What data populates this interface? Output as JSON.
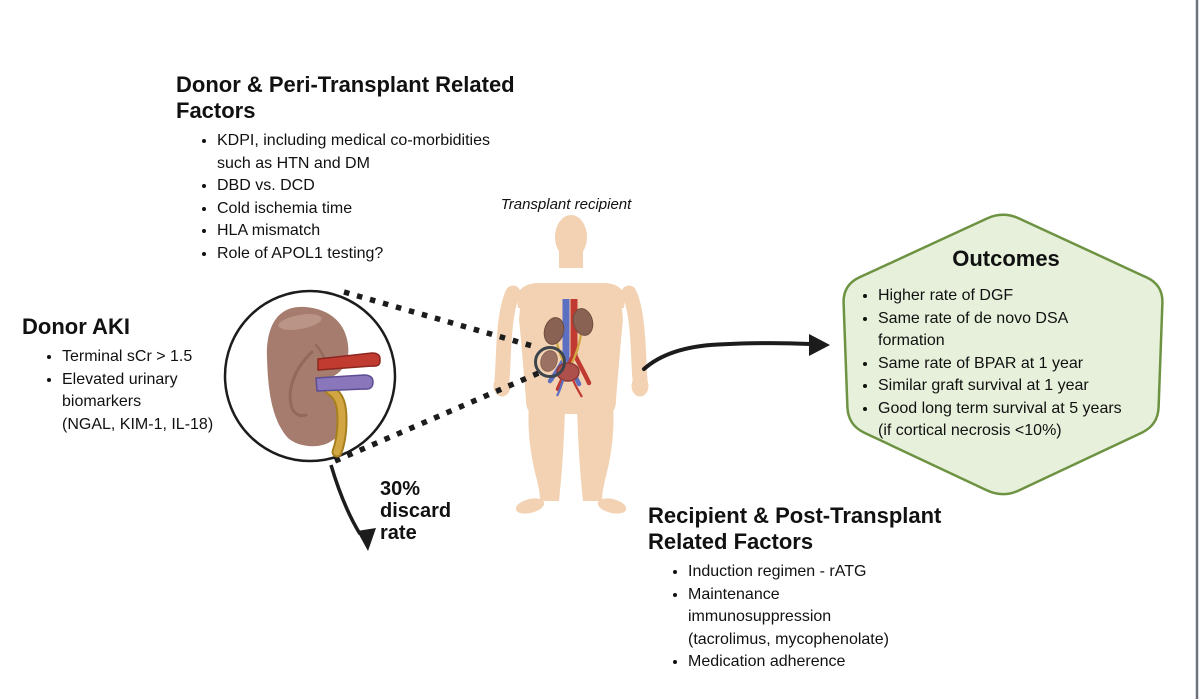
{
  "colors": {
    "text": "#111111",
    "line": "#1c1c1c",
    "hex_fill": "#e7f0da",
    "hex_border": "#6d9342",
    "frame_gray": "#6b727a",
    "skin": "#f2d2b2",
    "kidney_main": "#a57c6e",
    "kidney_highlight": "#bd988a",
    "kidney_shadow": "#8d6455",
    "artery": "#c23b30",
    "artery_dark": "#8c261f",
    "vein": "#8a76bb",
    "vein_dark": "#5d4e94",
    "ureter": "#d2a743",
    "ureter_dark": "#a6801f",
    "inner_kidney": "#8a6253",
    "inner_kidney_dark": "#6f4c40",
    "transplant_kidney": "#9b7164",
    "bladder": "#ad4f4b",
    "bladder_dark": "#8e3a38",
    "vessel_red": "#c03a31",
    "vessel_blue": "#5d6fc1",
    "site_circle": "#3d444c"
  },
  "sections": {
    "donor_peri": {
      "title": "Donor & Peri-Transplant Related\nFactors",
      "items": [
        "KDPI, including medical co-morbidities\nsuch as HTN and DM",
        "DBD vs. DCD",
        "Cold ischemia time",
        "HLA mismatch",
        "Role of APOL1 testing?"
      ]
    },
    "donor_aki": {
      "title": "Donor AKI",
      "items": [
        "Terminal sCr > 1.5",
        "Elevated urinary\nbiomarkers\n(NGAL, KIM-1, IL-18)"
      ]
    },
    "outcomes": {
      "title": "Outcomes",
      "items": [
        "Higher rate of DGF",
        "Same rate of de novo DSA\nformation",
        "Same rate of BPAR at 1 year",
        "Similar graft survival at 1 year",
        "Good long term survival at 5 years\n(if cortical necrosis <10%)"
      ]
    },
    "recipient_post": {
      "title": "Recipient & Post-Transplant\nRelated Factors",
      "items": [
        "Induction regimen - rATG",
        "Maintenance\nimmunosuppression\n(tacrolimus, mycophenolate)",
        "Medication adherence"
      ]
    }
  },
  "labels": {
    "transplant_recipient": "Transplant recipient",
    "discard_rate": "30%\ndiscard\nrate"
  }
}
